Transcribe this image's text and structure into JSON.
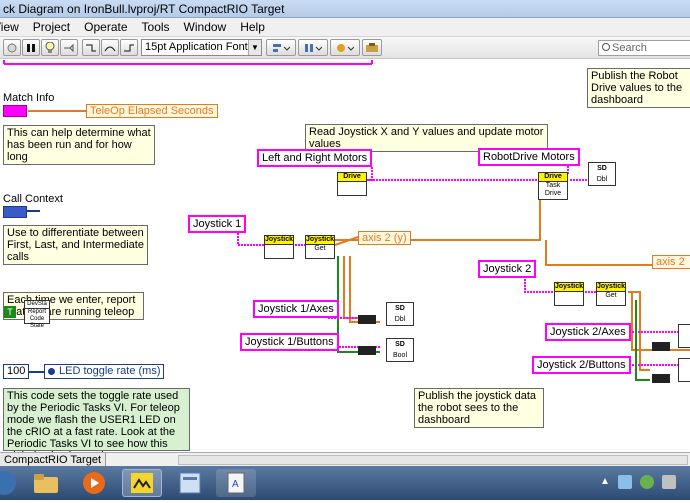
{
  "window": {
    "title": "ck Diagram on IronBull.lvproj/RT CompactRIO Target"
  },
  "menu": [
    "View",
    "Project",
    "Operate",
    "Tools",
    "Window",
    "Help"
  ],
  "toolbar": {
    "font": "15pt Application Font",
    "search_placeholder": "Search"
  },
  "diagram": {
    "match_info_label": "Match Info",
    "teleop_elapsed": "TeleOp Elapsed Seconds",
    "comment_match": "This can help determine what has been run and for how long",
    "call_context_label": "Call Context",
    "comment_call": "Use to differentiate between First, Last, and Intermediate calls",
    "comment_report": "Each time we enter, report that we are running teleop",
    "comment_toggle": "This code sets the toggle rate used by the Periodic Tasks VI.  For teleop mode we flash the USER1 LED on the cRIO at a fast rate.  Look at the Periodic Tasks VI to see how this global value is used.",
    "comment_read": "Read Joystick X and Y values and update motor values",
    "comment_publish_robot": "Publish the Robot Drive values to the dashboard",
    "comment_publish_joy": "Publish the joystick data the robot sees to the dashboard",
    "left_right_motors": "Left and Right Motors",
    "robotdrive_motors": "RobotDrive Motors",
    "joystick1": "Joystick 1",
    "joystick2": "Joystick 2",
    "axes1": "Joystick 1/Axes",
    "buttons1": "Joystick 1/Buttons",
    "axes2": "Joystick 2/Axes",
    "buttons2": "Joystick 2/Buttons",
    "axis2_y": "axis 2 (y)",
    "axis2_trunc": "axis 2",
    "led_toggle": "LED toggle rate (ms)",
    "led_value": "100",
    "t_label": "T",
    "drive": "Drive",
    "task_drive": "Task Drive",
    "joystick_vi": "Joystick",
    "get": "Get",
    "sd": "SD",
    "dbl": "Dbl",
    "bool": "Bool",
    "devsta": "DevSta",
    "report_code": "Report Code State"
  },
  "status": {
    "target": "CompactRIO Target"
  },
  "colors": {
    "wire_pink": "#ff00ff",
    "wire_orange": "#e07b1f",
    "wire_blue": "#1a3a8a"
  }
}
